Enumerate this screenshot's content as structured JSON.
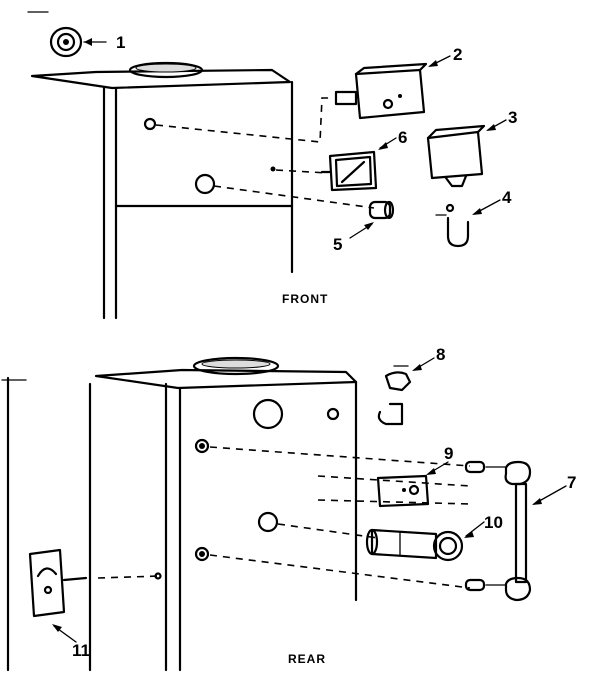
{
  "views": {
    "front": "FRONT",
    "rear": "REAR"
  },
  "callouts": [
    "1",
    "2",
    "3",
    "4",
    "5",
    "6",
    "7",
    "8",
    "9",
    "10",
    "11"
  ],
  "colors": {
    "ink": "#000000",
    "paper": "#ffffff"
  }
}
